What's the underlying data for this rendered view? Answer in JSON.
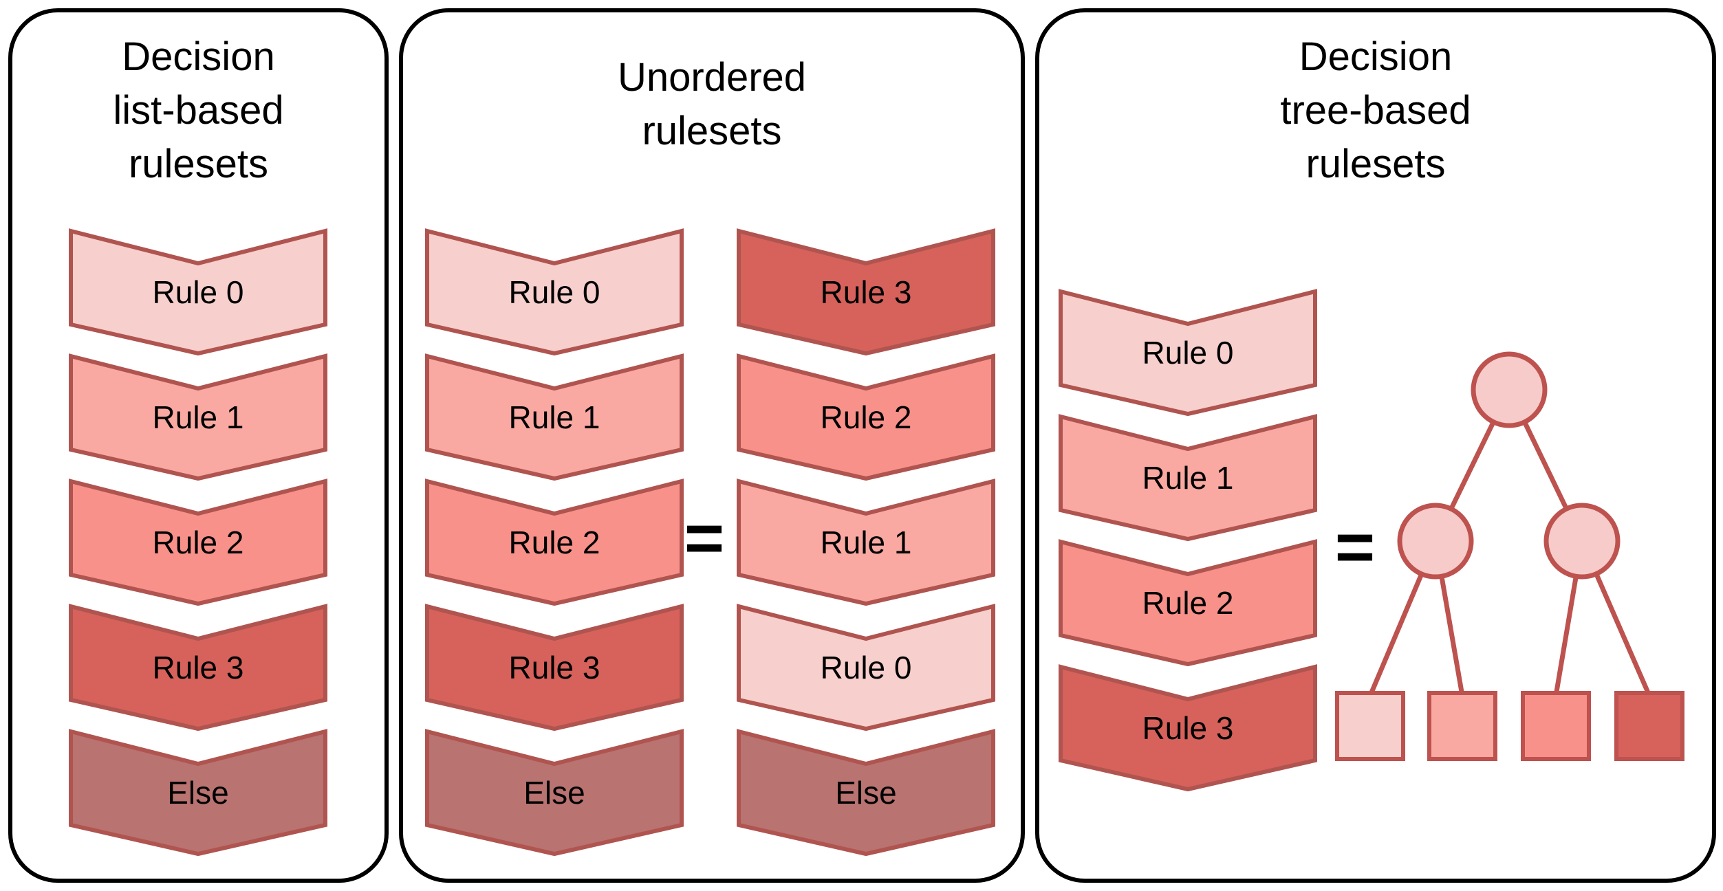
{
  "figure": {
    "background": "#ffffff",
    "panel_border_color": "#000000",
    "text_color": "#000000"
  },
  "colors": {
    "rule0": "#f7cfcc",
    "rule1": "#f9a9a2",
    "rule2": "#f8918a",
    "rule3": "#d6625b",
    "else": "#b97370",
    "chevron_border": "#b05450",
    "tree_stroke": "#bd524e",
    "tree_node_fill": "#f6cbc9"
  },
  "panel1": {
    "title": "Decision\nlist-based\nrulesets",
    "stack": [
      {
        "label": "Rule 0",
        "color": "#f7cfcc"
      },
      {
        "label": "Rule 1",
        "color": "#f9a9a2"
      },
      {
        "label": "Rule 2",
        "color": "#f8918a"
      },
      {
        "label": "Rule 3",
        "color": "#d6625b"
      },
      {
        "label": "Else",
        "color": "#b97370"
      }
    ]
  },
  "panel2": {
    "title": "Unordered\nrulesets",
    "equals": "=",
    "left_stack": [
      {
        "label": "Rule 0",
        "color": "#f7cfcc"
      },
      {
        "label": "Rule 1",
        "color": "#f9a9a2"
      },
      {
        "label": "Rule 2",
        "color": "#f8918a"
      },
      {
        "label": "Rule 3",
        "color": "#d6625b"
      },
      {
        "label": "Else",
        "color": "#b97370"
      }
    ],
    "right_stack": [
      {
        "label": "Rule 3",
        "color": "#d6625b"
      },
      {
        "label": "Rule 2",
        "color": "#f8918a"
      },
      {
        "label": "Rule 1",
        "color": "#f9a9a2"
      },
      {
        "label": "Rule 0",
        "color": "#f7cfcc"
      },
      {
        "label": "Else",
        "color": "#b97370"
      }
    ]
  },
  "panel3": {
    "title": "Decision\ntree-based\nrulesets",
    "equals": "=",
    "stack": [
      {
        "label": "Rule 0",
        "color": "#f7cfcc"
      },
      {
        "label": "Rule 1",
        "color": "#f9a9a2"
      },
      {
        "label": "Rule 2",
        "color": "#f8918a"
      },
      {
        "label": "Rule 3",
        "color": "#d6625b"
      }
    ],
    "tree": {
      "node_fill": "#f6cbc9",
      "leaves": [
        {
          "color": "#f7cfcc"
        },
        {
          "color": "#f9a9a2"
        },
        {
          "color": "#f8918a"
        },
        {
          "color": "#d6625b"
        }
      ]
    }
  }
}
